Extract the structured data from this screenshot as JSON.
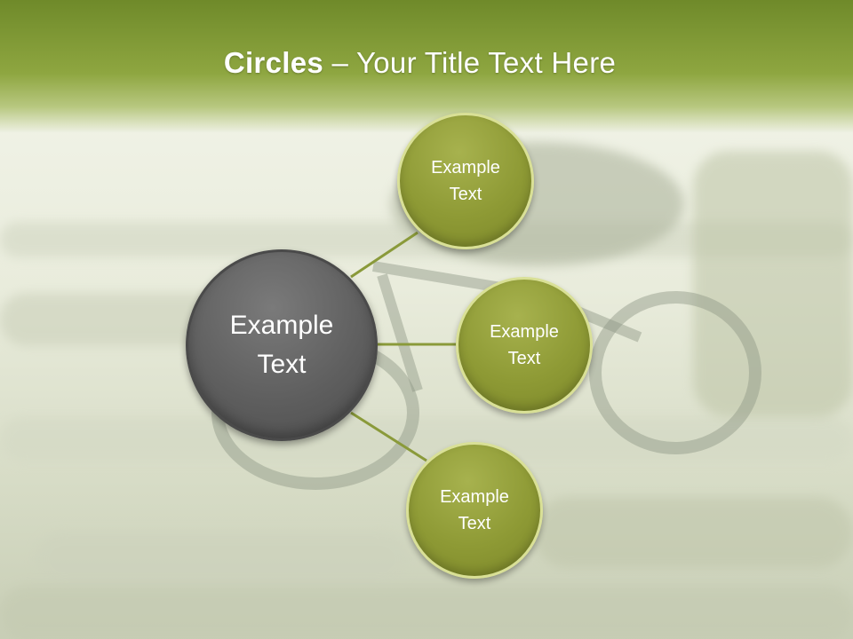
{
  "slide": {
    "title_bold": "Circles",
    "title_rest": " – Your Title Text Here"
  },
  "diagram": {
    "center": {
      "label": "Example\nText"
    },
    "nodes": [
      {
        "label": "Example\nText"
      },
      {
        "label": "Example\nText"
      },
      {
        "label": "Example\nText"
      }
    ]
  },
  "colors": {
    "header_green": "#8ea640",
    "node_green": "#8e9a35",
    "node_border": "#d9e096",
    "center_gray": "#5f5f5f",
    "connector": "#8a9a3a"
  },
  "background": {
    "picture": "blurred mountain biker photo"
  }
}
